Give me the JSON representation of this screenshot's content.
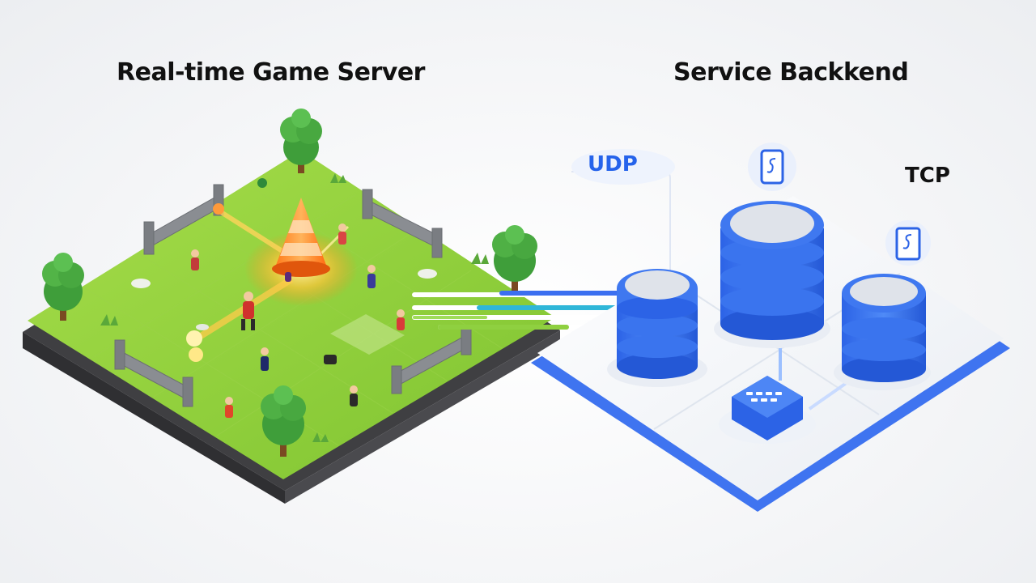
{
  "titles": {
    "left": "Real-time Game Server",
    "right": "Service Backkend"
  },
  "protocols": {
    "udp": "UDP",
    "tcp": "TCP"
  },
  "colors": {
    "grass": "#8fcf3a",
    "accent_blue": "#2f6ef0",
    "udp_text": "#2563eb",
    "fire": "#ff8a1e"
  },
  "icons": [
    "phone-icon",
    "server-icon",
    "tree-icon",
    "fence-icon",
    "cone-icon",
    "database-icon",
    "switch-icon"
  ]
}
